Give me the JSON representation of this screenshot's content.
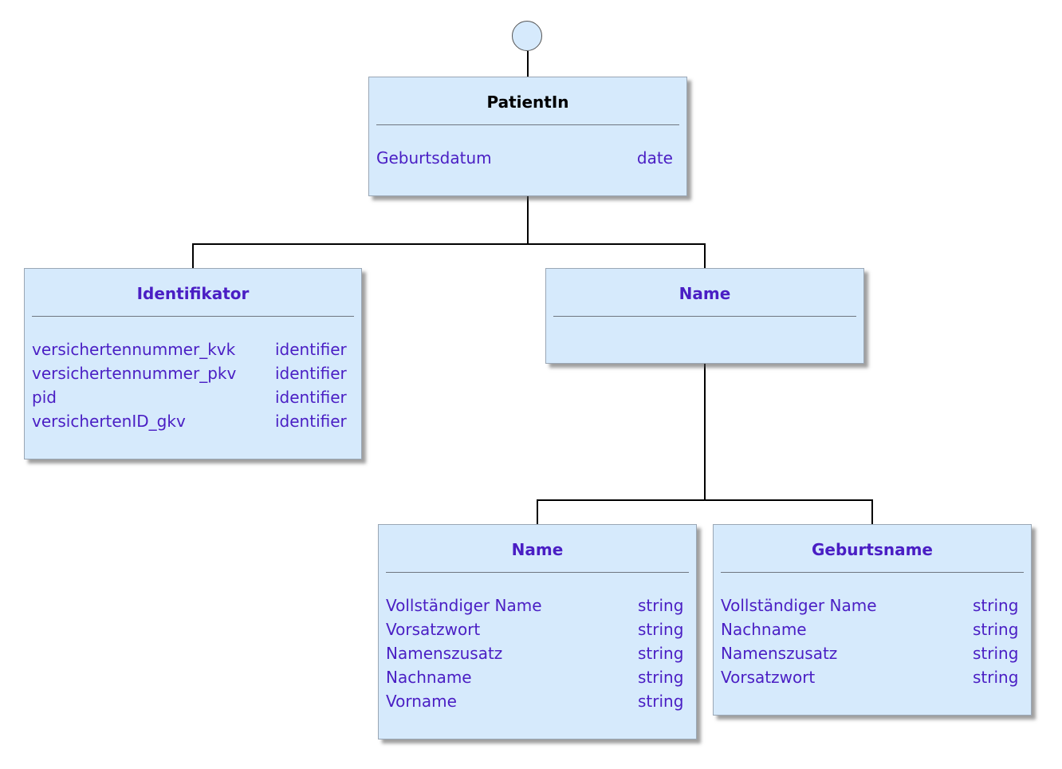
{
  "classes": {
    "patientin": {
      "title": "PatientIn",
      "attrs": [
        {
          "name": "Geburtsdatum",
          "type": "date"
        }
      ]
    },
    "identifikator": {
      "title": "Identifikator",
      "attrs": [
        {
          "name": "versichertennummer_kvk",
          "type": "identifier"
        },
        {
          "name": "versichertennummer_pkv",
          "type": "identifier"
        },
        {
          "name": "pid",
          "type": "identifier"
        },
        {
          "name": "versichertenID_gkv",
          "type": "identifier"
        }
      ]
    },
    "name_group": {
      "title": "Name"
    },
    "name": {
      "title": "Name",
      "attrs": [
        {
          "name": "Vollständiger Name",
          "type": "string"
        },
        {
          "name": "Vorsatzwort",
          "type": "string"
        },
        {
          "name": "Namenszusatz",
          "type": "string"
        },
        {
          "name": "Nachname",
          "type": "string"
        },
        {
          "name": "Vorname",
          "type": "string"
        }
      ]
    },
    "geburtsname": {
      "title": "Geburtsname",
      "attrs": [
        {
          "name": "Vollständiger Name",
          "type": "string"
        },
        {
          "name": "Nachname",
          "type": "string"
        },
        {
          "name": "Namenszusatz",
          "type": "string"
        },
        {
          "name": "Vorsatzwort",
          "type": "string"
        }
      ]
    }
  }
}
